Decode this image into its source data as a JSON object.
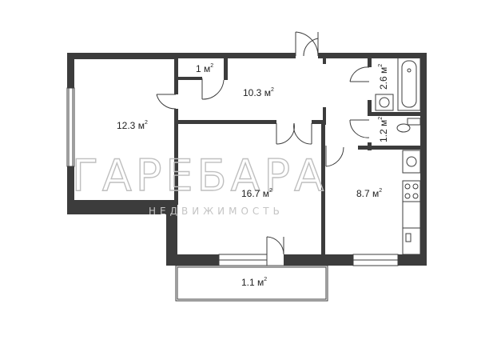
{
  "watermark": {
    "brand": "ГАРЕБАРА",
    "tagline": "НЕДВИЖИМОСТЬ"
  },
  "rooms": {
    "room_12_3": {
      "value": "12.3",
      "unit": "м",
      "sup": "2"
    },
    "storage_1": {
      "value": "1",
      "unit": "м",
      "sup": "2"
    },
    "hall_10_3": {
      "value": "10.3",
      "unit": "м",
      "sup": "2"
    },
    "bath_2_6": {
      "value": "2.6",
      "unit": "м",
      "sup": "2"
    },
    "wc_1_2": {
      "value": "1.2",
      "unit": "м",
      "sup": "2"
    },
    "room_16_7": {
      "value": "16.7",
      "unit": "м",
      "sup": "2"
    },
    "kitchen_8_7": {
      "value": "8.7",
      "unit": "м",
      "sup": "2"
    },
    "balcony_1_1": {
      "value": "1.1",
      "unit": "м",
      "sup": "2"
    }
  }
}
